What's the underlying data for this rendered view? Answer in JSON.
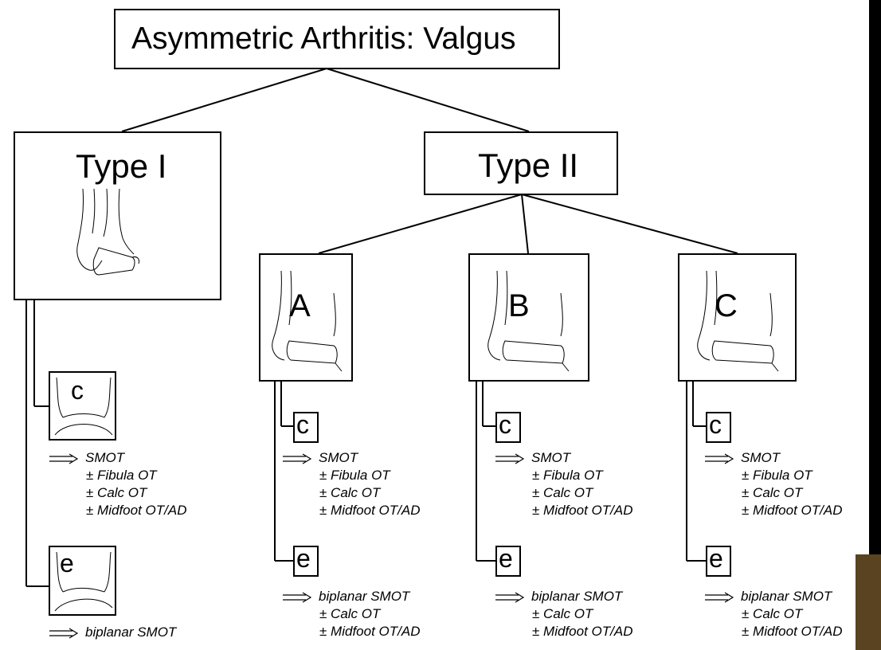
{
  "title": "Asymmetric Arthritis: Valgus",
  "type1": {
    "label": "Type I",
    "c_label": "c",
    "e_label": "e",
    "c_lines": [
      "SMOT",
      "± Fibula OT",
      "± Calc OT",
      "± Midfoot OT/AD"
    ],
    "e_lines": [
      "biplanar SMOT"
    ]
  },
  "type2": {
    "label": "Type II",
    "subtypes": [
      {
        "label": "A",
        "c_label": "c",
        "e_label": "e",
        "c_lines": [
          "SMOT",
          "± Fibula OT",
          "± Calc OT",
          "± Midfoot OT/AD"
        ],
        "e_lines": [
          "biplanar SMOT",
          "± Calc OT",
          "± Midfoot OT/AD"
        ]
      },
      {
        "label": "B",
        "c_label": "c",
        "e_label": "e",
        "c_lines": [
          "SMOT",
          "± Fibula OT",
          "± Calc OT",
          "± Midfoot OT/AD"
        ],
        "e_lines": [
          "biplanar SMOT",
          "± Calc OT",
          "± Midfoot OT/AD"
        ]
      },
      {
        "label": "C",
        "c_label": "c",
        "e_label": "e",
        "c_lines": [
          "SMOT",
          "± Fibula OT",
          "± Calc OT",
          "± Midfoot OT/AD"
        ],
        "e_lines": [
          "biplanar SMOT",
          "± Calc OT",
          "± Midfoot OT/AD"
        ]
      }
    ]
  }
}
